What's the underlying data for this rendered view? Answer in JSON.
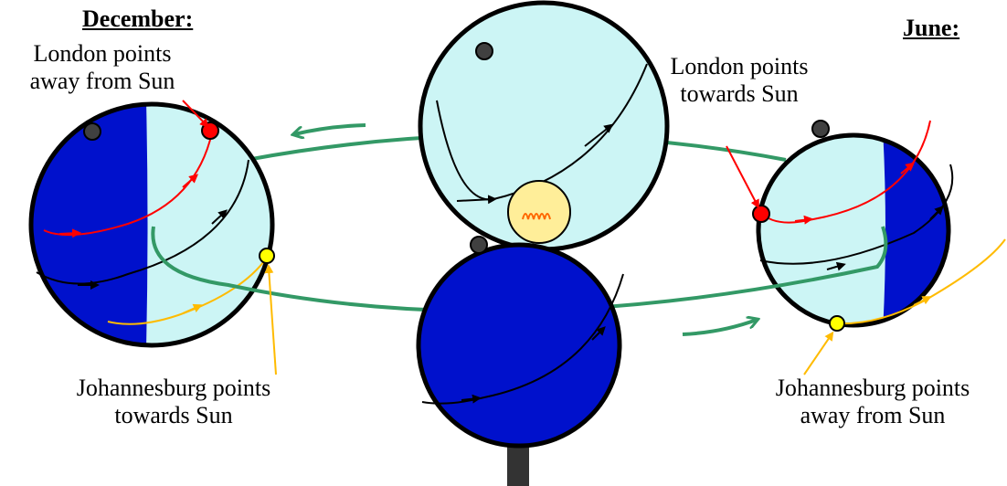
{
  "headings": {
    "december": "December:",
    "june": "June:"
  },
  "labels": {
    "december_london": [
      "London points",
      "away from Sun"
    ],
    "june_london": [
      "London points",
      "towards Sun"
    ],
    "december_johannesburg": [
      "Johannesburg points",
      "towards Sun"
    ],
    "june_johannesburg": [
      "Johannesburg points",
      "away from Sun"
    ]
  },
  "colors": {
    "night": "#0011cc",
    "day": "#ccf5f5",
    "orbit": "#339966",
    "london": "#ff0000",
    "johannesburg": "#ffff00",
    "johannesburg_path": "#ffbb00",
    "pole_dot": "#404040",
    "sun_bulb": "#ffee99",
    "stand": "#333333"
  },
  "legend_markers": {
    "london_marker": "red-dot",
    "johannesburg_marker": "yellow-dot",
    "pole_marker": "dark-grey-dot"
  }
}
